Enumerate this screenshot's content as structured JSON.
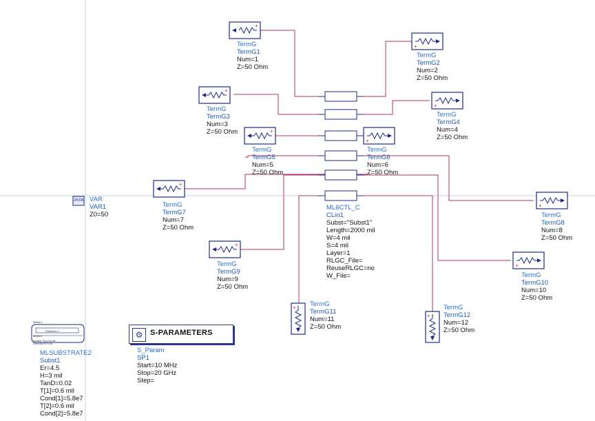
{
  "var_block": {
    "icon_text": "Var Eqn",
    "type": "VAR",
    "name": "VAR1",
    "params": [
      "Z0=50"
    ]
  },
  "terms": [
    {
      "type": "TermG",
      "name": "TermG1",
      "num": "Num=1",
      "z": "Z=50 Ohm"
    },
    {
      "type": "TermG",
      "name": "TermG2",
      "num": "Num=2",
      "z": "Z=50 Ohm"
    },
    {
      "type": "TermG",
      "name": "TermG3",
      "num": "Num=3",
      "z": "Z=50 Ohm"
    },
    {
      "type": "TermG",
      "name": "TermG4",
      "num": "Num=4",
      "z": "Z=50 Ohm"
    },
    {
      "type": "TermG",
      "name": "TermG5",
      "num": "Num=5",
      "z": "Z=50 Ohm"
    },
    {
      "type": "TermG",
      "name": "TermG6",
      "num": "Num=6",
      "z": "Z=50 Ohm"
    },
    {
      "type": "TermG",
      "name": "TermG7",
      "num": "Num=7",
      "z": "Z=50 Ohm"
    },
    {
      "type": "TermG",
      "name": "TermG8",
      "num": "Num=8",
      "z": "Z=50 Ohm"
    },
    {
      "type": "TermG",
      "name": "TermG9",
      "num": "Num=9",
      "z": "Z=50 Ohm"
    },
    {
      "type": "TermG",
      "name": "TermG10",
      "num": "Num=10",
      "z": "Z=50 Ohm"
    },
    {
      "type": "TermG",
      "name": "TermG11",
      "num": "Num=11",
      "z": "Z=50 Ohm"
    },
    {
      "type": "TermG",
      "name": "TermG12",
      "num": "Num=12",
      "z": "Z=50 Ohm"
    }
  ],
  "coupled_line": {
    "type": "ML6CTL_C",
    "name": "CLin1",
    "params": [
      "Subst=\"Subst1\"",
      "Length=2000 mil",
      "W=4 mil",
      "S=4 mil",
      "Layer=1",
      "RLGC_File=",
      "ReuseRLGC=no",
      "W_File="
    ]
  },
  "substrate": {
    "icon_lines": [
      "Metal-4",
      "Dielectric-1",
      "Metal-3",
      "Surface T[1]=0.6 mil",
      "Dielectric H=3 mil"
    ],
    "type": "MLSUBSTRATE2",
    "name": "Subst1",
    "params": [
      "Er=4.5",
      "H=3 mil",
      "TanD=0.02",
      "T[1]=0.6 mil",
      "Cond[1]=5.8e7",
      "T[2]=0.6 mil",
      "Cond[2]=5.8e7"
    ]
  },
  "sparam": {
    "title": "S-PARAMETERS",
    "icon": "gear-icon",
    "type": "S_Param",
    "name": "SP1",
    "params": [
      "Start=10 MHz",
      "Stop=20 GHz",
      "Step="
    ]
  },
  "colors": {
    "wire": "#b0306f",
    "component": "#1a2a8a",
    "grid_line": "#c9d3e3",
    "label_blue": "#2a6fc9"
  }
}
